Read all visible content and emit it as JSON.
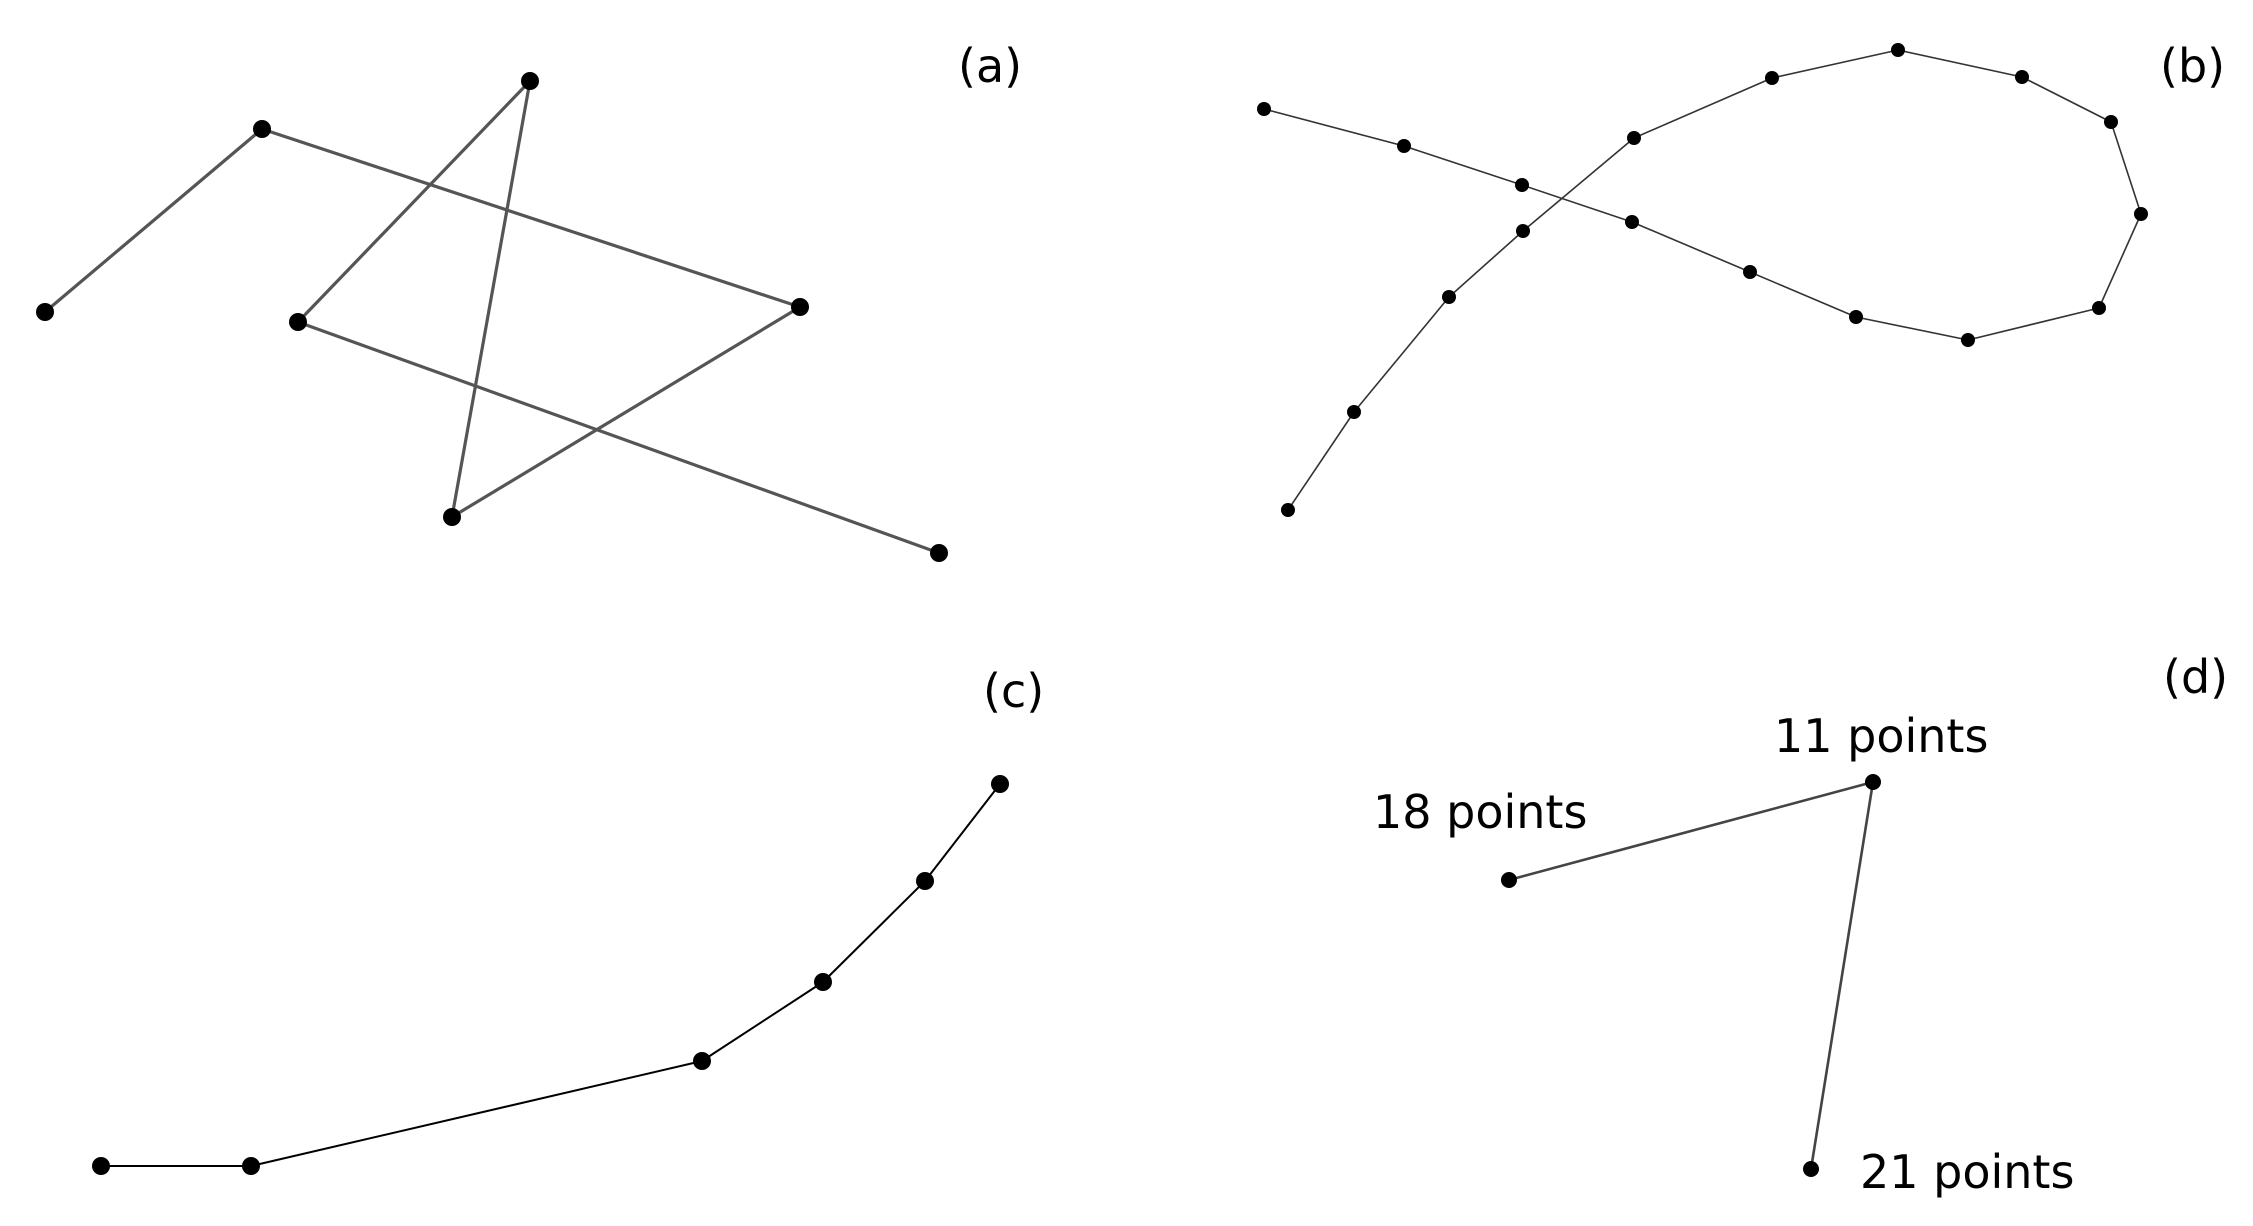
{
  "figure": {
    "panels": [
      {
        "id": "a",
        "label": "(a)",
        "points": [
          [
            45,
            312
          ],
          [
            262,
            129
          ],
          [
            800,
            307
          ],
          [
            452,
            517
          ],
          [
            530,
            81
          ],
          [
            298,
            322
          ],
          [
            939,
            553
          ]
        ]
      },
      {
        "id": "b",
        "label": "(b)",
        "points": [
          [
            1264,
            109
          ],
          [
            1404,
            146
          ],
          [
            1522,
            185
          ],
          [
            1632,
            222
          ],
          [
            1750,
            272
          ],
          [
            1856,
            317
          ],
          [
            1968,
            340
          ],
          [
            2099,
            308
          ],
          [
            2141,
            214
          ],
          [
            2111,
            122
          ],
          [
            2022,
            77
          ],
          [
            1898,
            50
          ],
          [
            1772,
            78
          ],
          [
            1634,
            138
          ],
          [
            1523,
            231
          ],
          [
            1449,
            297
          ],
          [
            1354,
            412
          ],
          [
            1288,
            510
          ]
        ]
      },
      {
        "id": "c",
        "label": "(c)",
        "points": [
          [
            101,
            1166
          ],
          [
            251,
            1166
          ],
          [
            702,
            1061
          ],
          [
            823,
            982
          ],
          [
            925,
            881
          ],
          [
            1000,
            784
          ]
        ]
      },
      {
        "id": "d",
        "label": "(d)",
        "points": [
          [
            1509,
            880
          ],
          [
            1873,
            782
          ],
          [
            1811,
            1169
          ]
        ],
        "point_labels": [
          "18 points",
          "11 points",
          "21 points"
        ]
      }
    ]
  }
}
